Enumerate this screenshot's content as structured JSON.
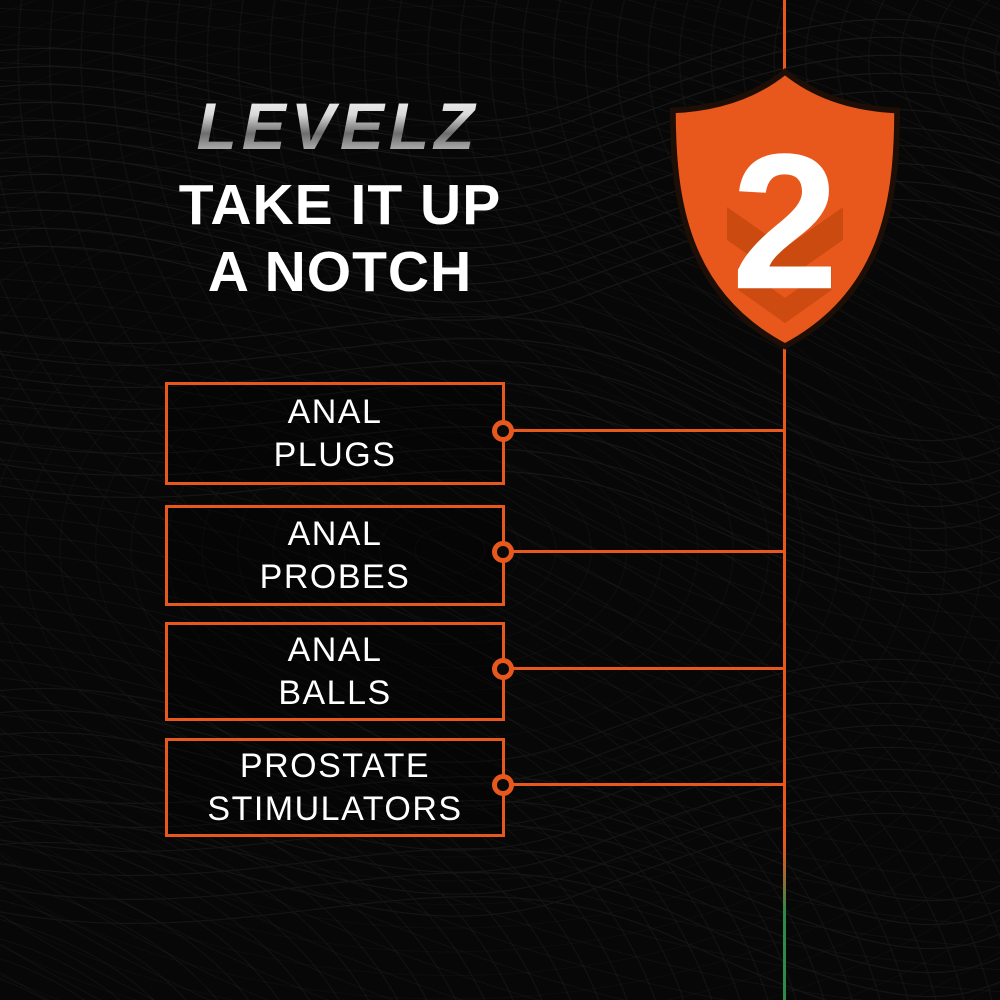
{
  "logo": {
    "text": "LEVELZ"
  },
  "heading": {
    "line1": "TAKE IT UP",
    "line2": "A NOTCH"
  },
  "badge": {
    "level_number": "2"
  },
  "categories": [
    {
      "line1": "ANAL",
      "line2": "PLUGS"
    },
    {
      "line1": "ANAL",
      "line2": "PROBES"
    },
    {
      "line1": "ANAL",
      "line2": "BALLS"
    },
    {
      "line1": "PROSTATE",
      "line2": "STIMULATORS"
    }
  ],
  "colors": {
    "accent_orange": "#e8571c",
    "timeline_green": "#2f8a4a",
    "background": "#070707",
    "text": "#ffffff",
    "logo_silver": "#c9c9c9"
  }
}
